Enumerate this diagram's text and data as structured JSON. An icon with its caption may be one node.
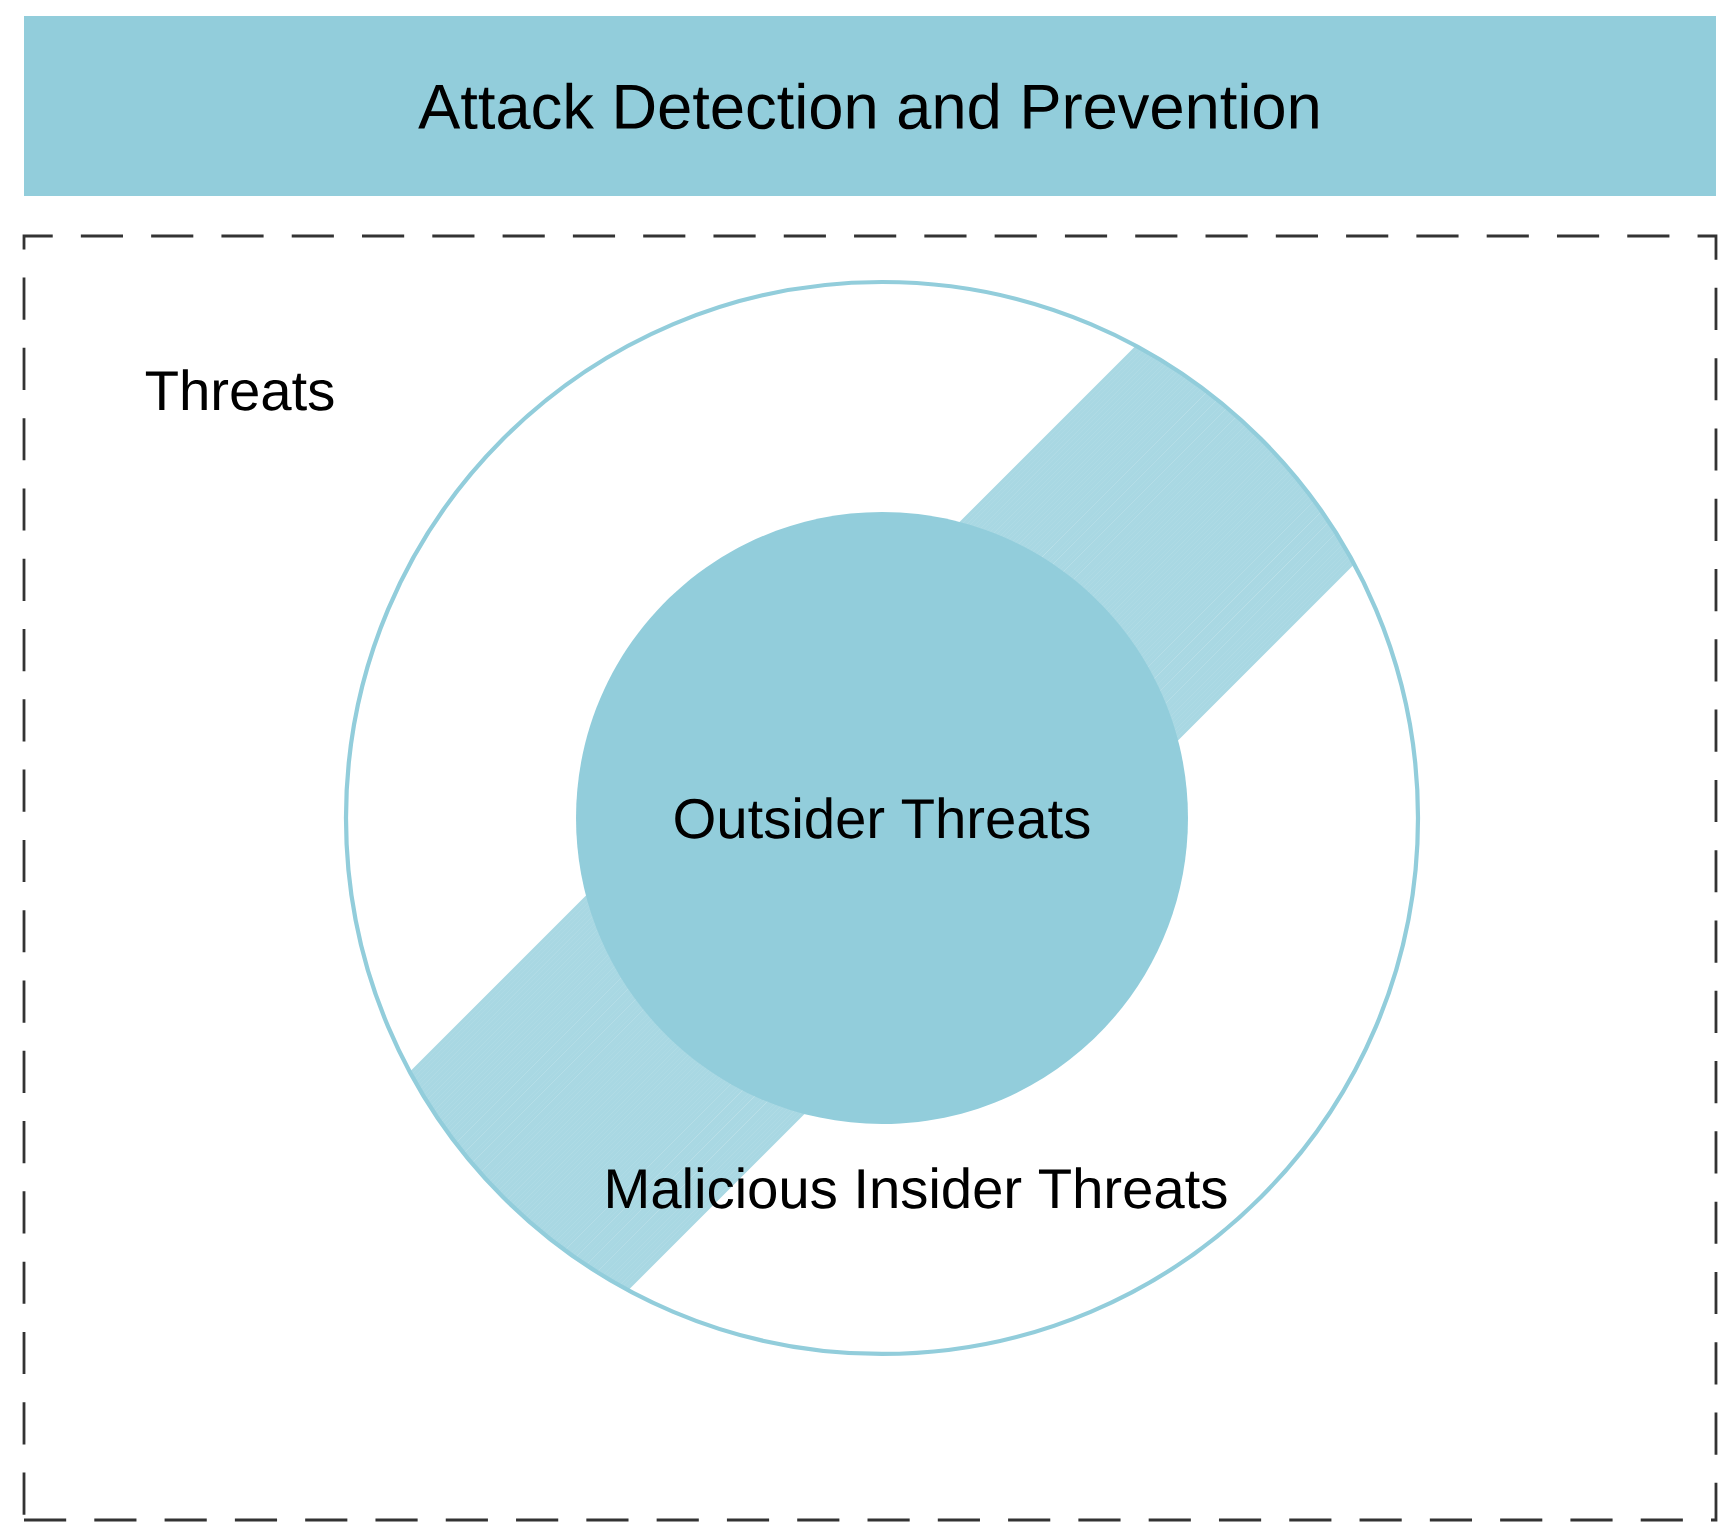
{
  "diagram": {
    "nodes": [
      {
        "text": [
          "Attack Detection and Prevention"
        ]
      },
      {
        "text": [
          "Threats"
        ]
      },
      {
        "text": [
          "Malicious Insider Threats"
        ],
        "in": 1
      },
      {
        "text": [
          "Outsider Threats"
        ],
        "in": 2
      }
    ],
    "edges": []
  }
}
